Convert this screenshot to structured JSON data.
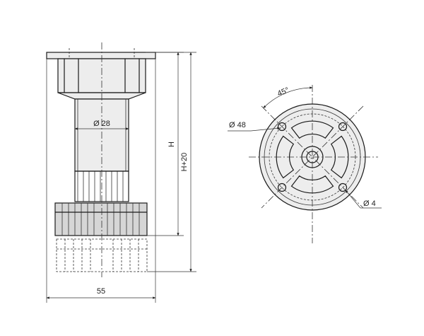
{
  "dimensions": {
    "diameter_28": "Ø 28",
    "height_h": "H",
    "height_h20": "H+20",
    "width_55": "55",
    "angle_45": "45°",
    "diameter_48": "Ø 48",
    "hole_4": "Ø 4"
  },
  "colors": {
    "line": "#1a1a1a",
    "body": "#ededed",
    "background": "#ffffff"
  }
}
